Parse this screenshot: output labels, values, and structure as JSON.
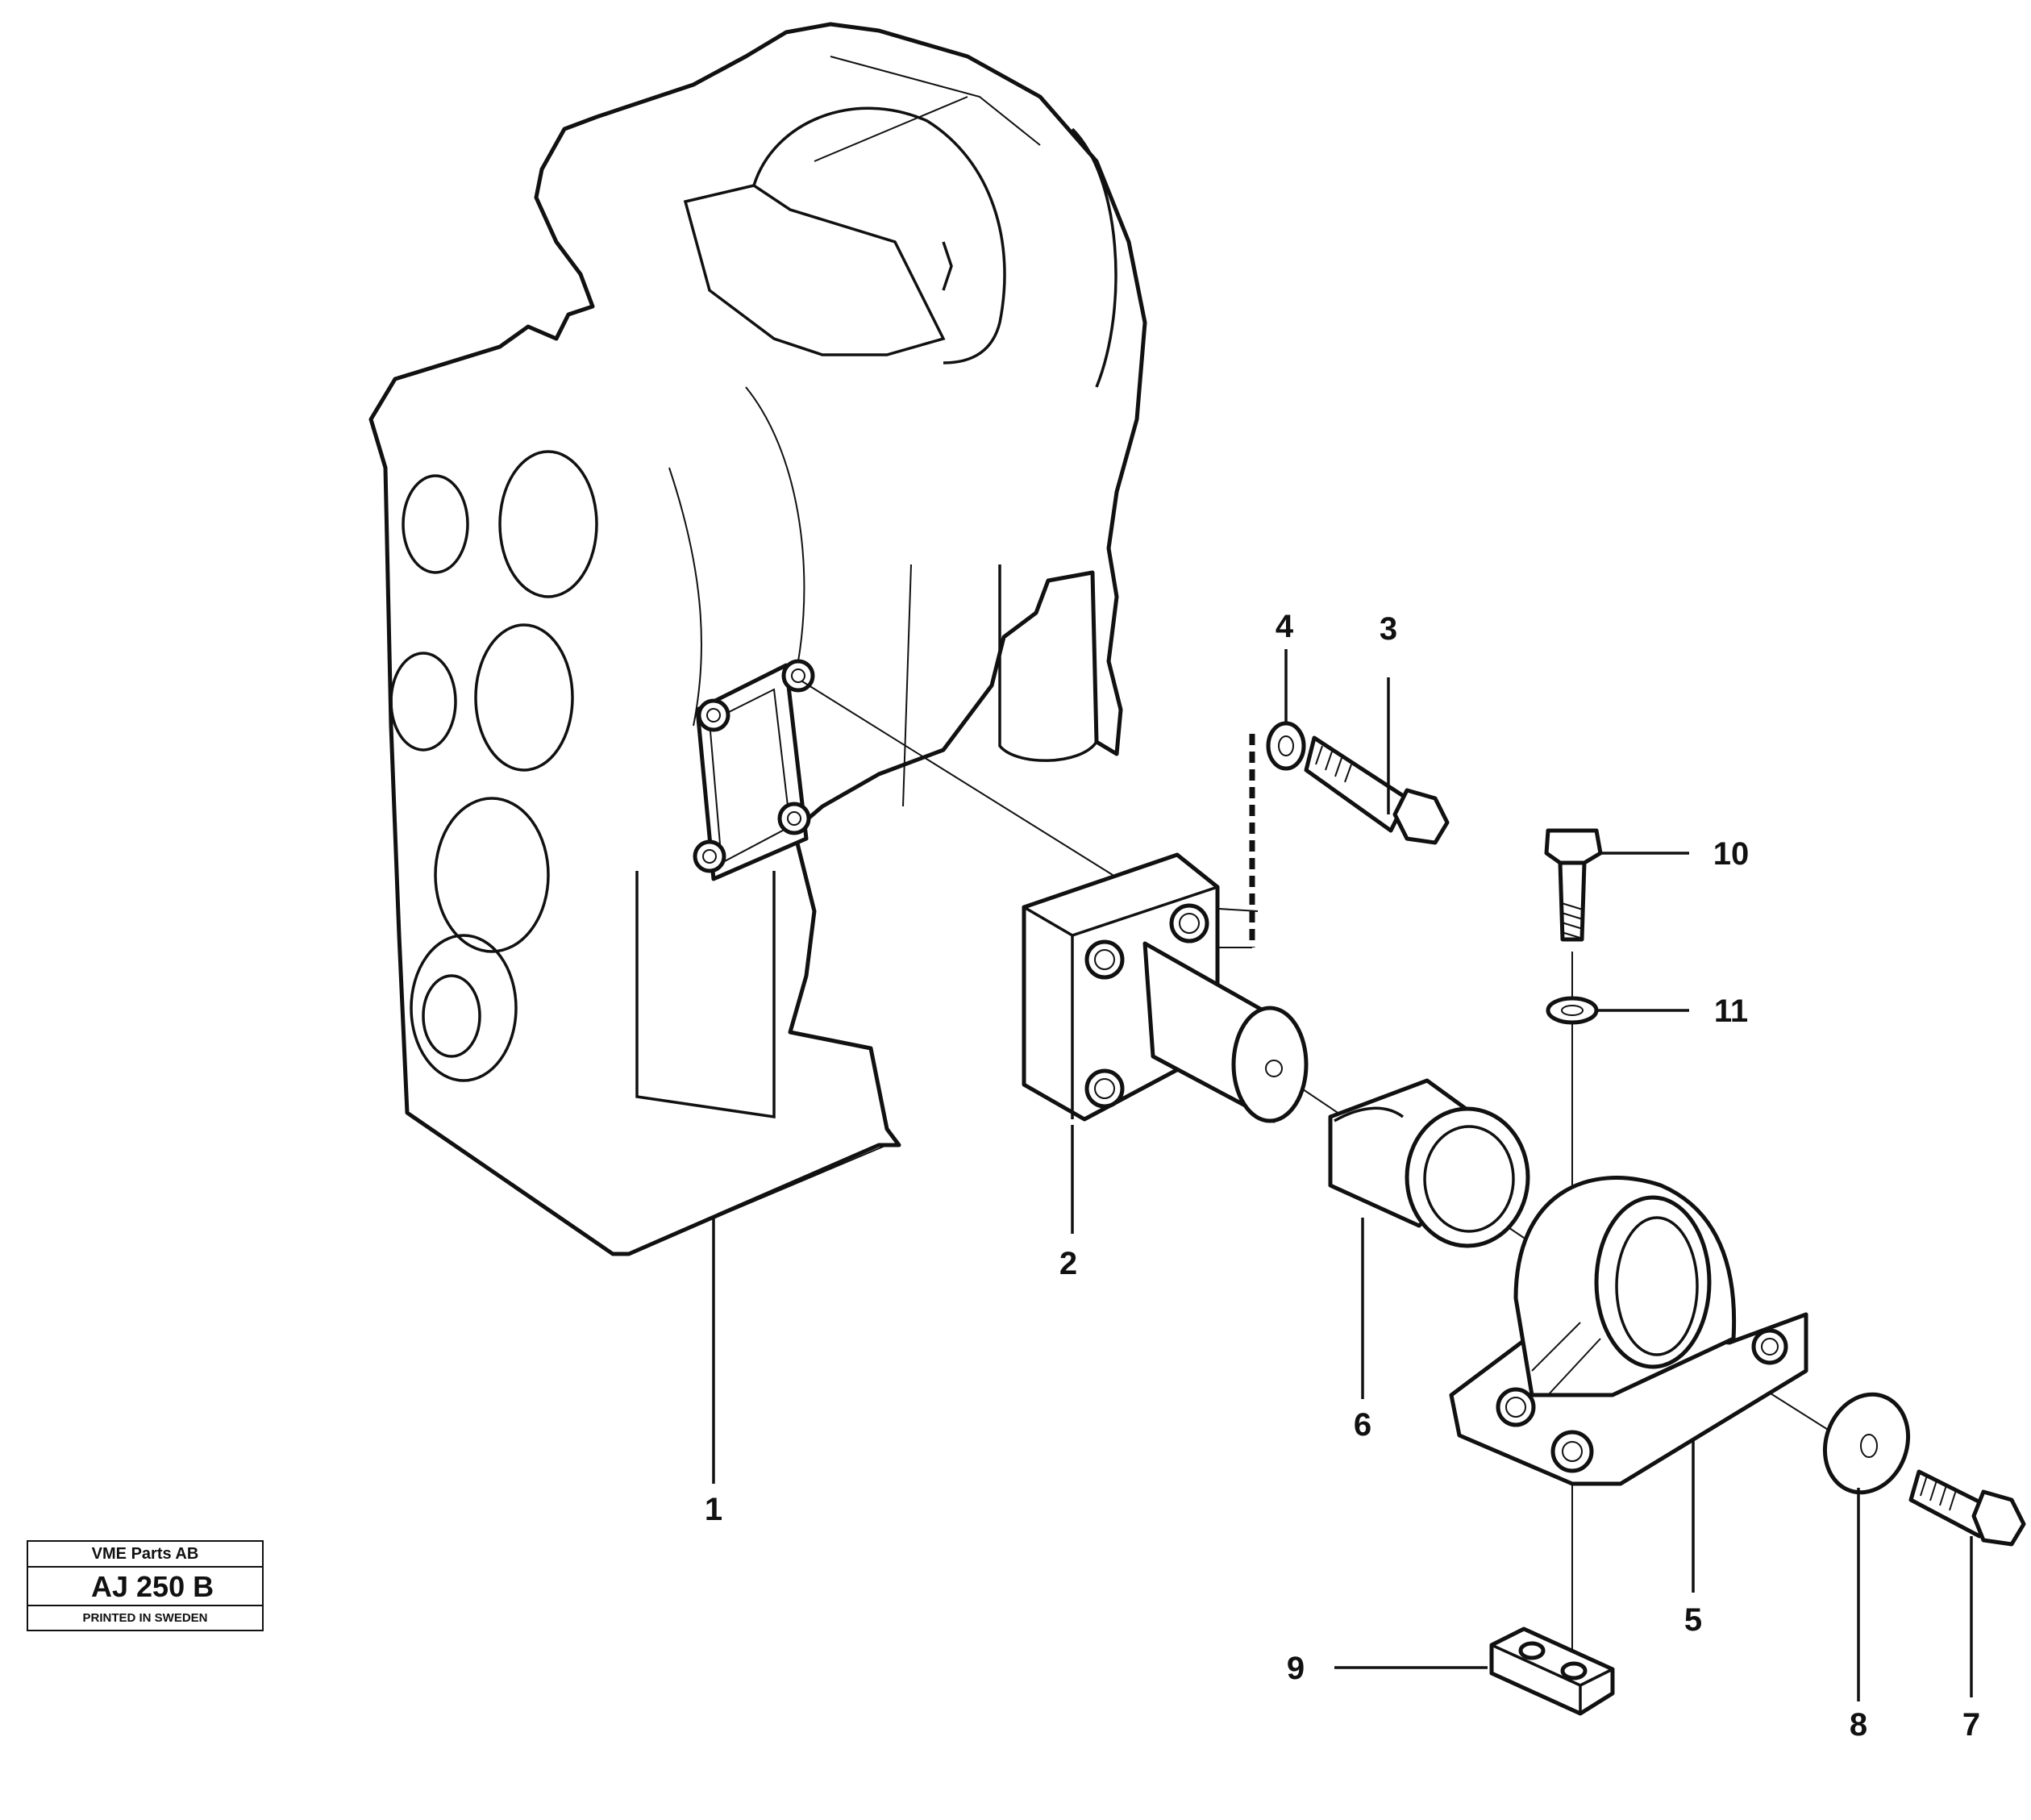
{
  "title_block": {
    "company": "VME Parts AB",
    "code": "AJ 250 B",
    "printed": "PRINTED IN SWEDEN"
  },
  "callouts": {
    "c1": "1",
    "c2": "2",
    "c3": "3",
    "c4": "4",
    "c5": "5",
    "c6": "6",
    "c7": "7",
    "c8": "8",
    "c9": "9",
    "c10": "10",
    "c11": "11"
  }
}
